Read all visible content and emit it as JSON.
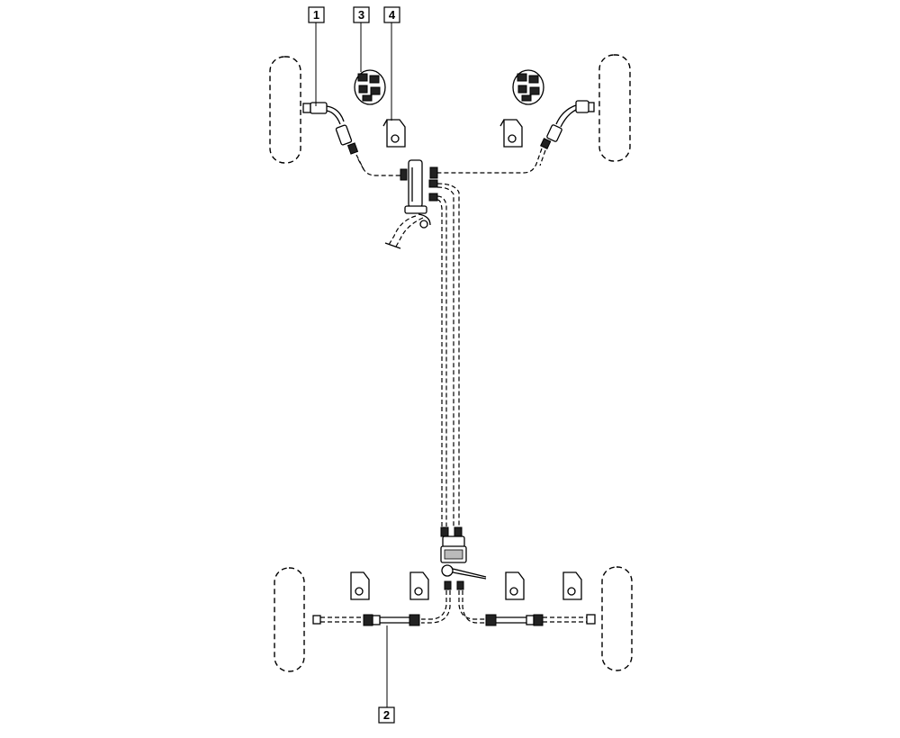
{
  "callouts": [
    {
      "id": "callout-1",
      "label": "1"
    },
    {
      "id": "callout-2",
      "label": "2"
    },
    {
      "id": "callout-3",
      "label": "3"
    },
    {
      "id": "callout-4",
      "label": "4"
    }
  ],
  "colors": {
    "line": "#000000",
    "background": "#ffffff"
  }
}
